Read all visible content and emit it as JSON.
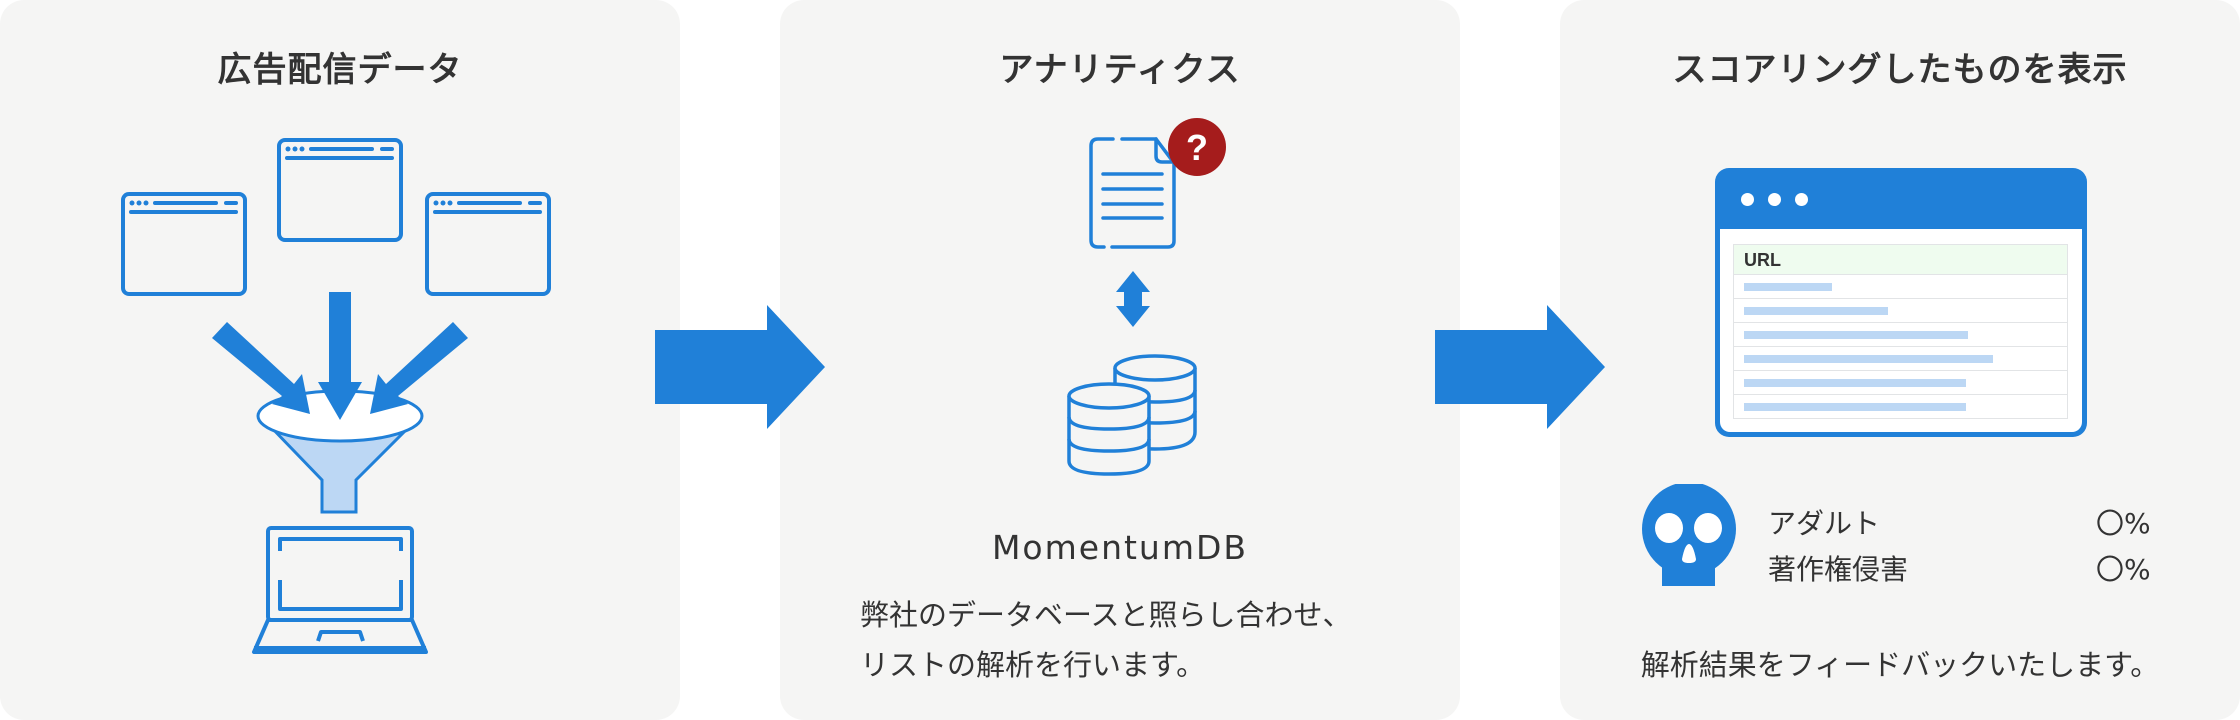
{
  "colors": {
    "accent": "#2080d8",
    "panel_bg": "#f5f5f4",
    "text": "#333333",
    "alert": "#a51c1c",
    "light_fill": "#bcd7f4",
    "table_header_bg": "#effcef"
  },
  "panels": [
    {
      "title": "広告配信データ",
      "icons": [
        "browser-window-icon",
        "browser-window-icon",
        "browser-window-icon",
        "arrow-down-icon",
        "funnel-icon",
        "laptop-icon"
      ]
    },
    {
      "title": "アナリティクス",
      "icons": [
        "document-icon",
        "question-badge-icon",
        "bidirectional-arrow-icon",
        "database-icon"
      ],
      "badge": "?",
      "db_name": "MomentumDB",
      "description_lines": [
        "弊社のデータベースと照らし合わせ、",
        "リストの解析を行います。"
      ]
    },
    {
      "title": "スコアリングしたものを表示",
      "table": {
        "header": "URL",
        "row_bar_widths": [
          88,
          144,
          224,
          249,
          222,
          222
        ]
      },
      "scores": [
        {
          "label": "アダルト",
          "value": "〇%"
        },
        {
          "label": "著作権侵害",
          "value": "〇%"
        }
      ],
      "feedback": "解析結果をフィードバックいたします。"
    }
  ],
  "flow_arrows": [
    "right-arrow-icon",
    "right-arrow-icon"
  ]
}
